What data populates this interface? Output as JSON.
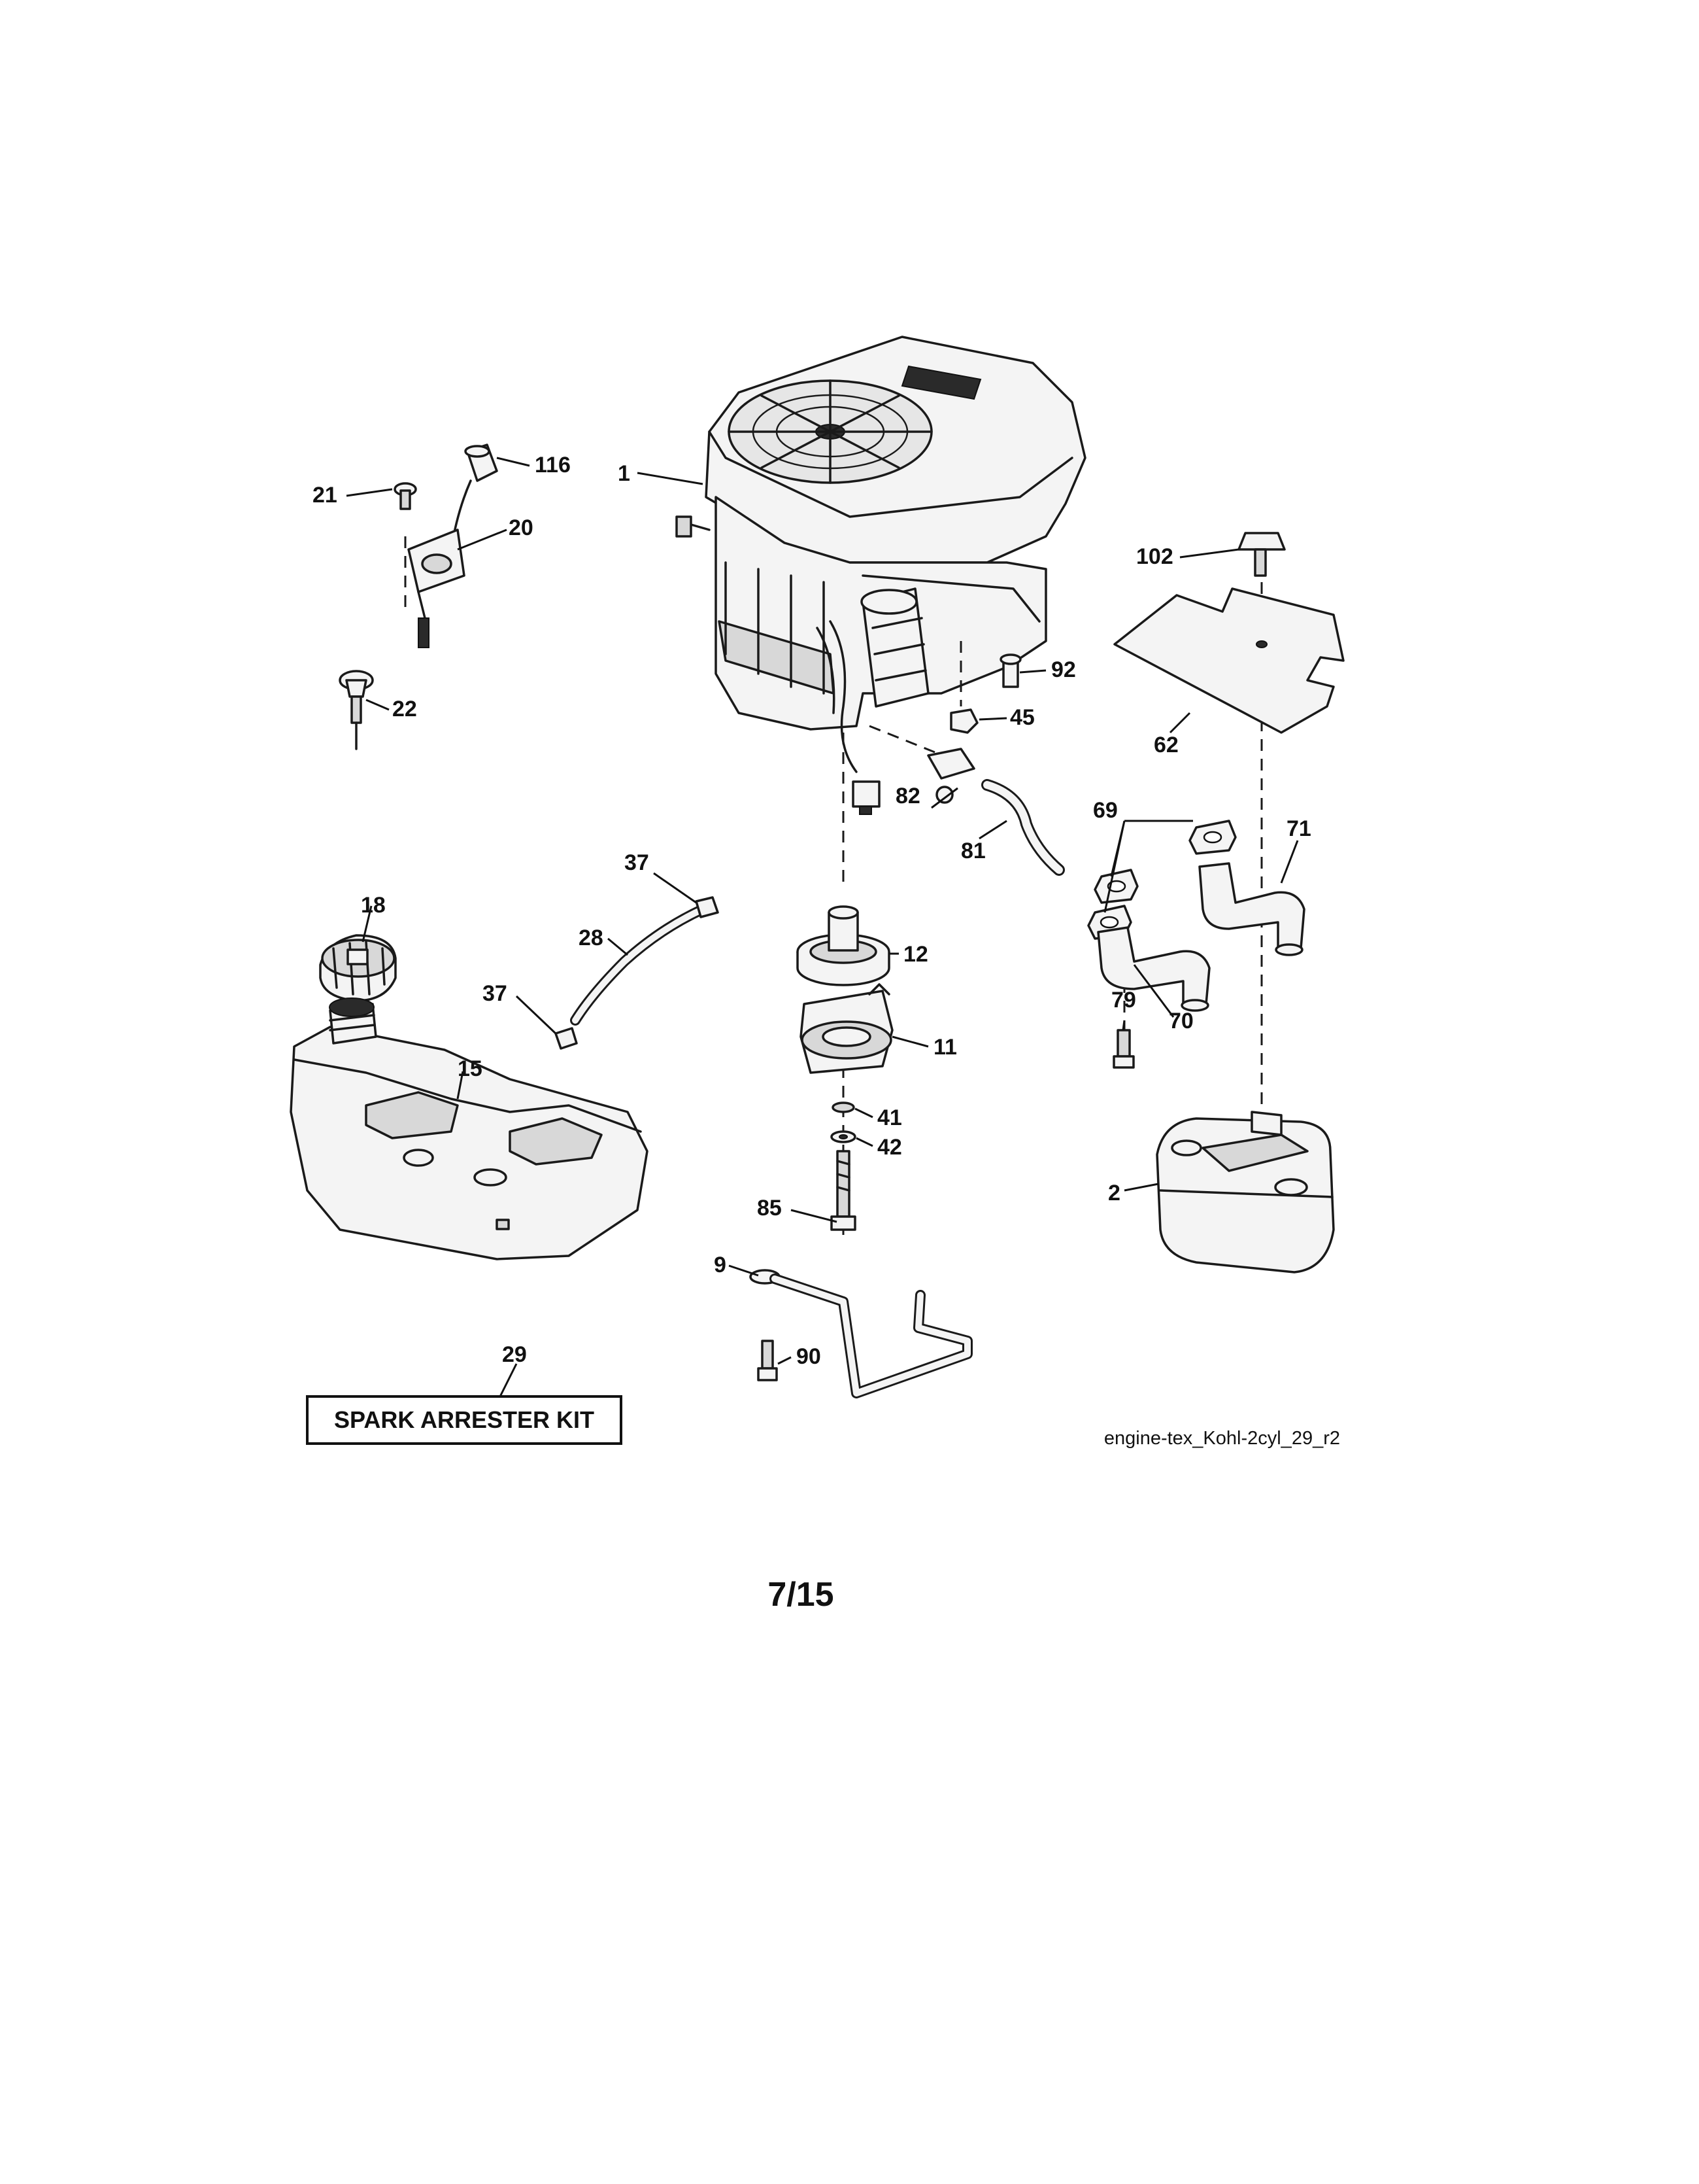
{
  "callouts": [
    {
      "id": "c1",
      "label": "1"
    },
    {
      "id": "c116",
      "label": "116"
    },
    {
      "id": "c21",
      "label": "21"
    },
    {
      "id": "c20",
      "label": "20"
    },
    {
      "id": "c22",
      "label": "22"
    },
    {
      "id": "c102",
      "label": "102"
    },
    {
      "id": "c92",
      "label": "92"
    },
    {
      "id": "c45",
      "label": "45"
    },
    {
      "id": "c62",
      "label": "62"
    },
    {
      "id": "c82",
      "label": "82"
    },
    {
      "id": "c81",
      "label": "81"
    },
    {
      "id": "c69",
      "label": "69"
    },
    {
      "id": "c71",
      "label": "71"
    },
    {
      "id": "c18",
      "label": "18"
    },
    {
      "id": "c37a",
      "label": "37"
    },
    {
      "id": "c28",
      "label": "28"
    },
    {
      "id": "c37b",
      "label": "37"
    },
    {
      "id": "c12",
      "label": "12"
    },
    {
      "id": "c11",
      "label": "11"
    },
    {
      "id": "c79",
      "label": "79"
    },
    {
      "id": "c70",
      "label": "70"
    },
    {
      "id": "c15",
      "label": "15"
    },
    {
      "id": "c41",
      "label": "41"
    },
    {
      "id": "c42",
      "label": "42"
    },
    {
      "id": "c85",
      "label": "85"
    },
    {
      "id": "c2",
      "label": "2"
    },
    {
      "id": "c9",
      "label": "9"
    },
    {
      "id": "c90",
      "label": "90"
    },
    {
      "id": "c29",
      "label": "29"
    }
  ],
  "kit_label": "SPARK ARRESTER KIT",
  "diagram_ref": "engine-tex_Kohl-2cyl_29_r2",
  "page_number": "7/15"
}
